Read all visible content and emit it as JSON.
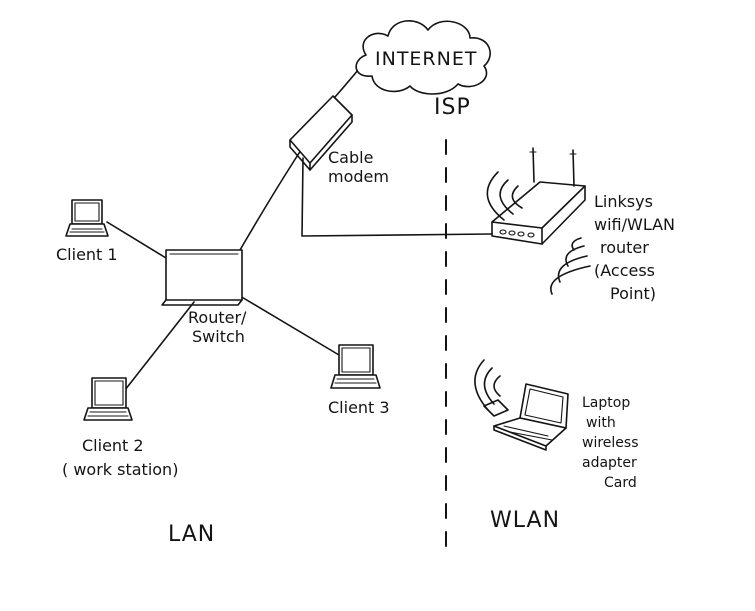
{
  "internet": {
    "label": "INTERNET"
  },
  "isp": {
    "label": "ISP"
  },
  "cable_modem": {
    "line1": "Cable",
    "line2": "modem"
  },
  "router": {
    "lines": [
      "Linksys",
      "wifi/WLAN",
      "router",
      "(Access",
      "Point)"
    ]
  },
  "switch": {
    "line1": "Router/",
    "line2": "Switch"
  },
  "client1": {
    "label": "Client 1"
  },
  "client2": {
    "line1": "Client 2",
    "line2": "( work station)"
  },
  "client3": {
    "label": "Client 3"
  },
  "laptop": {
    "lines": [
      "Laptop",
      "with",
      "wireless",
      "adapter",
      "Card"
    ]
  },
  "zones": {
    "lan": "LAN",
    "wlan": "WLAN"
  },
  "colors": {
    "ink": "#141414",
    "paper": "#ffffff"
  }
}
